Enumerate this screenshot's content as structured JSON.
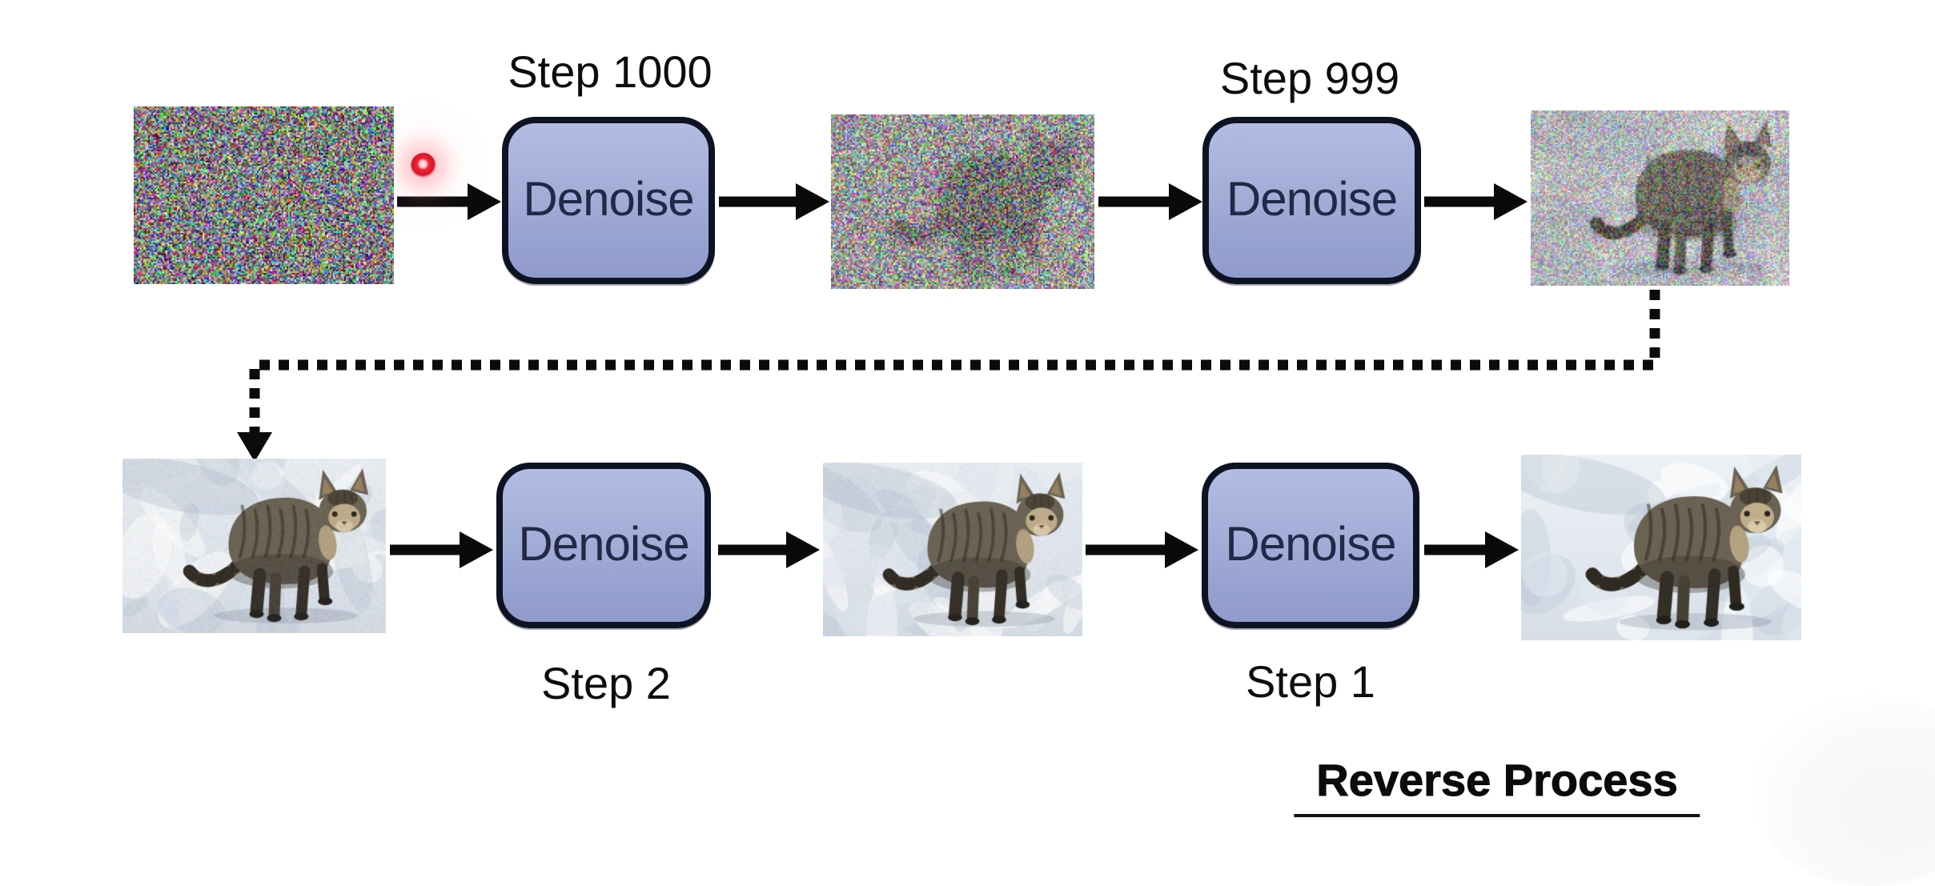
{
  "caption": {
    "text": "Reverse Process"
  },
  "boxes": [
    {
      "label": "Denoise",
      "step": "Step 1000",
      "step_position": "above"
    },
    {
      "label": "Denoise",
      "step": "Step 999",
      "step_position": "above"
    },
    {
      "label": "Denoise",
      "step": "Step 2",
      "step_position": "below"
    },
    {
      "label": "Denoise",
      "step": "Step 1",
      "step_position": "below"
    }
  ],
  "images": [
    {
      "name": "pure-noise-image",
      "description": "Full random color noise at the start of the reverse diffusion process",
      "render": {
        "snow": false,
        "cat": false,
        "mono": false,
        "blur": 0,
        "noise": 1.0,
        "seed": 11
      }
    },
    {
      "name": "very-noisy-cat-image",
      "description": "Heavy noise with a faint dark cat silhouette emerging",
      "render": {
        "snow": false,
        "cat": true,
        "mono": true,
        "blur": 6,
        "noise": 0.78,
        "seed": 23
      }
    },
    {
      "name": "partly-denoised-cat-image",
      "description": "Cat standing in snow visible through moderate noise",
      "render": {
        "snow": true,
        "cat": true,
        "mono": false,
        "blur": 1.2,
        "noise": 0.45,
        "seed": 37
      }
    },
    {
      "name": "cat-in-snow-image",
      "description": "Nearly clean photo of a tabby cat standing in snow",
      "render": {
        "snow": true,
        "cat": true,
        "mono": false,
        "blur": 0,
        "noise": 0.05,
        "seed": 51
      }
    },
    {
      "name": "cat-in-snow-image",
      "description": "Nearly clean photo of a tabby cat standing in snow",
      "render": {
        "snow": true,
        "cat": true,
        "mono": false,
        "blur": 0,
        "noise": 0.04,
        "seed": 67
      }
    },
    {
      "name": "final-cat-image",
      "description": "Final fully denoised photo of a tabby cat standing in snow",
      "render": {
        "snow": true,
        "cat": true,
        "mono": false,
        "blur": 0,
        "noise": 0.0,
        "seed": 83
      }
    }
  ],
  "pointer": {
    "type": "laser-pointer-dot",
    "color": "#e31b2d"
  },
  "colors": {
    "background": "#ffffff",
    "box_fill_top": "#b3bce2",
    "box_fill_bottom": "#909bcb",
    "box_border": "#0d1322",
    "box_text": "#232846",
    "label_text": "#0d0d0d",
    "arrow": "#0a0a0a"
  }
}
